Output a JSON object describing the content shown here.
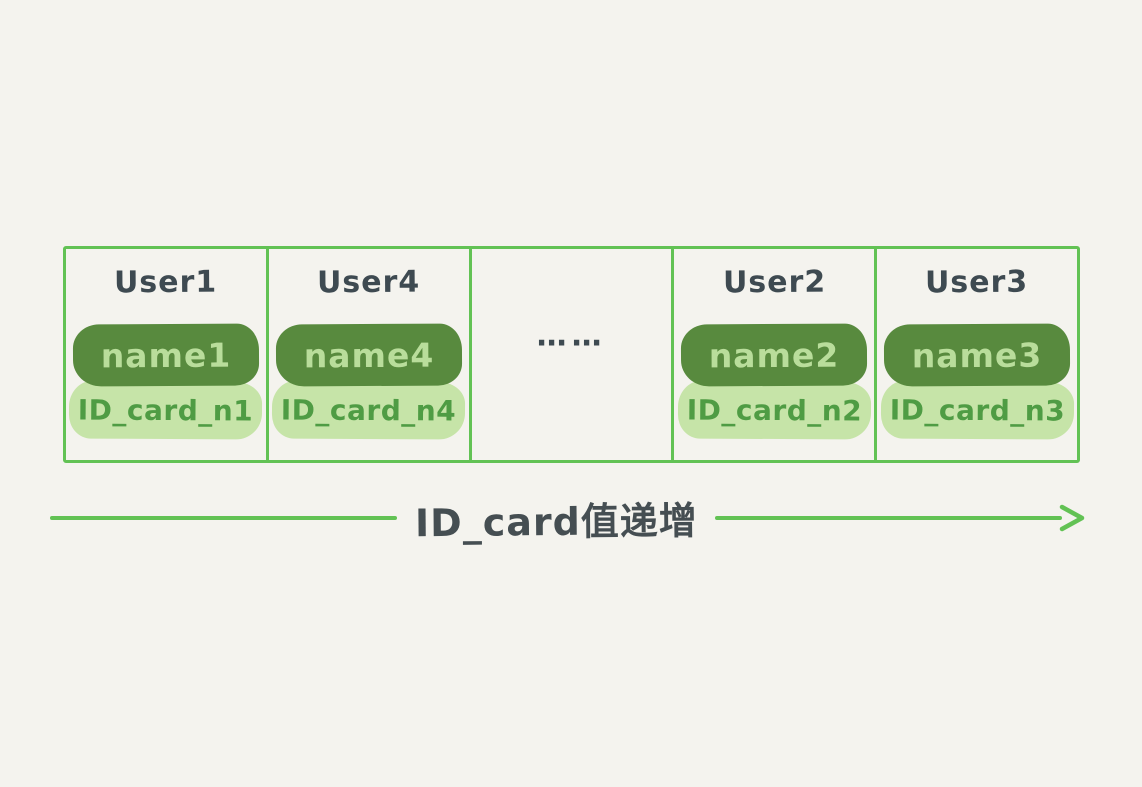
{
  "diagram": {
    "cells": [
      {
        "user": "User1",
        "name": "name1",
        "id_card": "ID_card_n1"
      },
      {
        "user": "User4",
        "name": "name4",
        "id_card": "ID_card_n4"
      },
      {
        "ellipsis": "⋯⋯"
      },
      {
        "user": "User2",
        "name": "name2",
        "id_card": "ID_card_n2"
      },
      {
        "user": "User3",
        "name": "name3",
        "id_card": "ID_card_n3"
      }
    ],
    "arrow": {
      "label": "ID_card值递增"
    },
    "colors": {
      "background": "#f4f3ee",
      "line_green": "#62c254",
      "badge_dark_green": "#588a3e",
      "badge_dark_text": "#b9dd9b",
      "badge_light_green": "#c6e4a8",
      "badge_light_text": "#4f9c44",
      "heading_text": "#3e4a51"
    }
  }
}
